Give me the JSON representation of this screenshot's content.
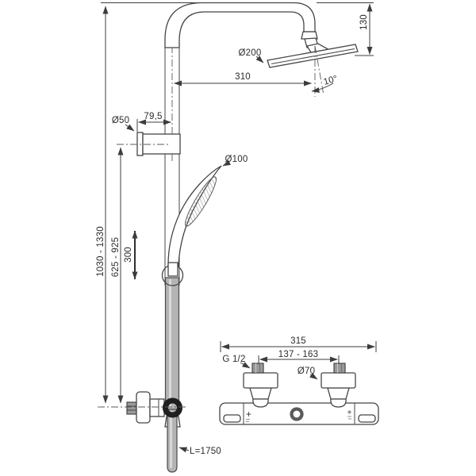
{
  "page": {
    "background": "#ffffff"
  },
  "drawing": {
    "subject": "Shower column with overhead rain head, hand shower and thermostatic wall mixer — dimensional drawing",
    "line_color": "#454545",
    "hose_color": "#b4b4b4",
    "labels": {
      "head_diameter": "Ø200",
      "head_height": "130",
      "arm_reach": "310",
      "head_angle": "10°",
      "bracket_diameter": "Ø50",
      "bracket_offset": "79,5",
      "handspray_diameter": "Ø100",
      "total_height": "1030 - 1330",
      "bracket_height_range": "625 - 925",
      "slide_travel": "300",
      "hose_length": "L=1750",
      "mixer_width": "315",
      "connection_centers": "137 - 163",
      "thread": "G 1/2",
      "escutcheon_diameter": "Ø70",
      "hot_mark": "+"
    }
  }
}
